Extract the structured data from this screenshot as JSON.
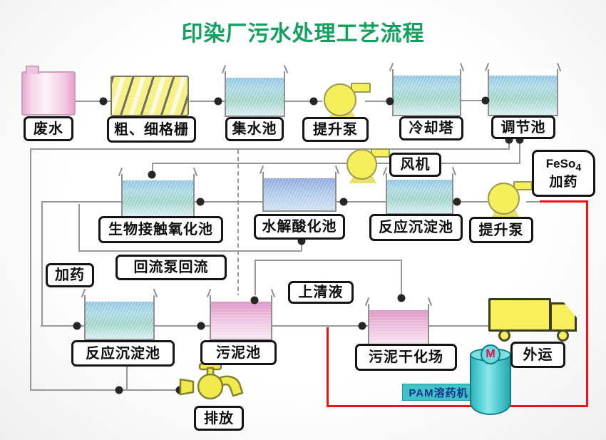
{
  "title": "印染厂污水处理工艺流程",
  "colors": {
    "title_green": "#12a05e",
    "pipe_gray": "#989898",
    "dose_line_red": "#ef1414",
    "equipment_yellow": "#f5ef5c",
    "machine_cyan": "#3fc3c6",
    "water_blue": "#9fd3e0",
    "water_pink": "#e2a3cc"
  },
  "row1": {
    "wastewater": "废水",
    "screen": "粗、细格栅",
    "collect_pool": "集水池",
    "lift_pump": "提升泵",
    "cooling_tower": "冷却塔",
    "regulating_pool": "调节池"
  },
  "row2": {
    "fan": "风机",
    "feso_formula": "FeSo",
    "feso_subscript": "4",
    "feso_dosing": "加药"
  },
  "row3": {
    "bio_contact_pool": "生物接触氧化池",
    "hydrolysis_pool": "水解酸化池",
    "reaction_sedimentation_pool": "反应沉淀池",
    "lift_pump": "提升泵"
  },
  "row4": {
    "dosing": "加药",
    "reflux": "回流泵回流",
    "supernatant": "上清液"
  },
  "row5": {
    "reaction_sedimentation_pool": "反应沉淀池",
    "sludge_pool": "污泥池",
    "sludge_drying_field": "污泥干化场",
    "outbound": "外运"
  },
  "row6": {
    "discharge": "排放",
    "pam_machine": "PAM溶药机",
    "motor_letter": "M"
  }
}
